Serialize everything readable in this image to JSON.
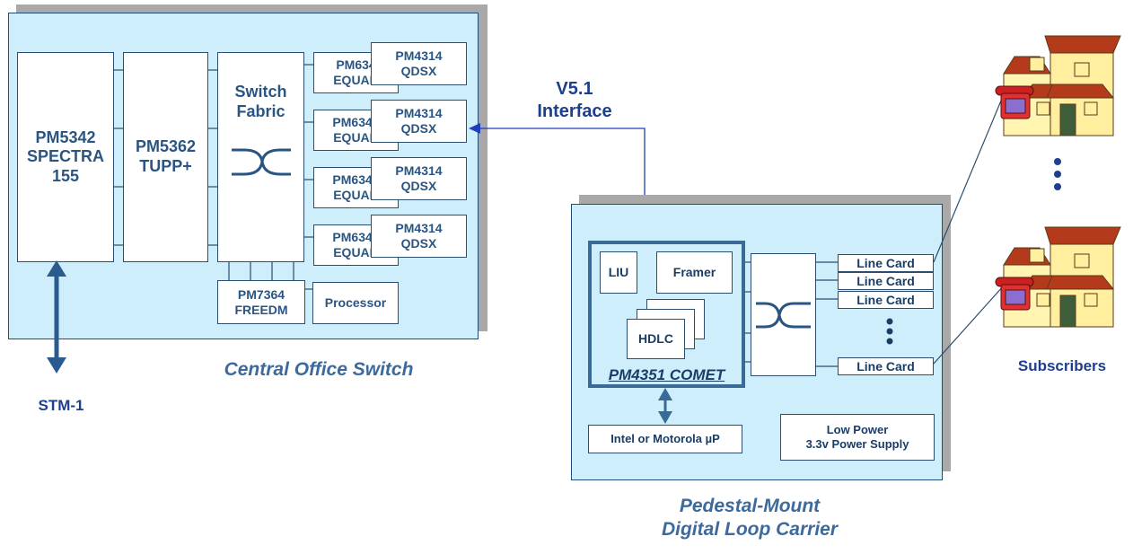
{
  "central_office": {
    "caption": "Central Office Switch",
    "spectra": "PM5342\nSPECTRA\n155",
    "tupp": "PM5362\nTUPP+",
    "switch_fabric": "Switch\nFabric",
    "equads": [
      "PM634\nEQUAD",
      "PM6344\nEQUAD",
      "PM6344\nEQUAD",
      "PM6344\nEQUAD"
    ],
    "qdsx": [
      "PM4314\nQDSX",
      "PM4314\nQDSX",
      "PM4314\nQDSX",
      "PM4314\nQDSX"
    ],
    "freedm": "PM7364\nFREEDM",
    "processor": "Processor"
  },
  "stm1_label": "STM-1",
  "v51_label": "V5.1\nInterface",
  "dlc": {
    "caption": "Pedestal-Mount\nDigital Loop Carrier",
    "comet_label": "PM4351 COMET",
    "liu": "LIU",
    "framer": "Framer",
    "hdlc": "HDLC",
    "up": "Intel or Motorola µP",
    "power": "Low Power\n3.3v Power Supply",
    "line_cards": [
      "Line Card",
      "Line Card",
      "Line Card",
      "Line Card"
    ]
  },
  "subscribers_label": "Subscribers",
  "icons": [
    "switch-crossover-icon",
    "house-icon",
    "telephone-icon",
    "vertical-ellipsis-icon",
    "double-arrow-icon"
  ],
  "colors": {
    "panel": "#cfeefc",
    "border": "#1f4e79",
    "text": "#2a5582",
    "caption": "#3d6a9c",
    "navy": "#1d3f8c"
  }
}
